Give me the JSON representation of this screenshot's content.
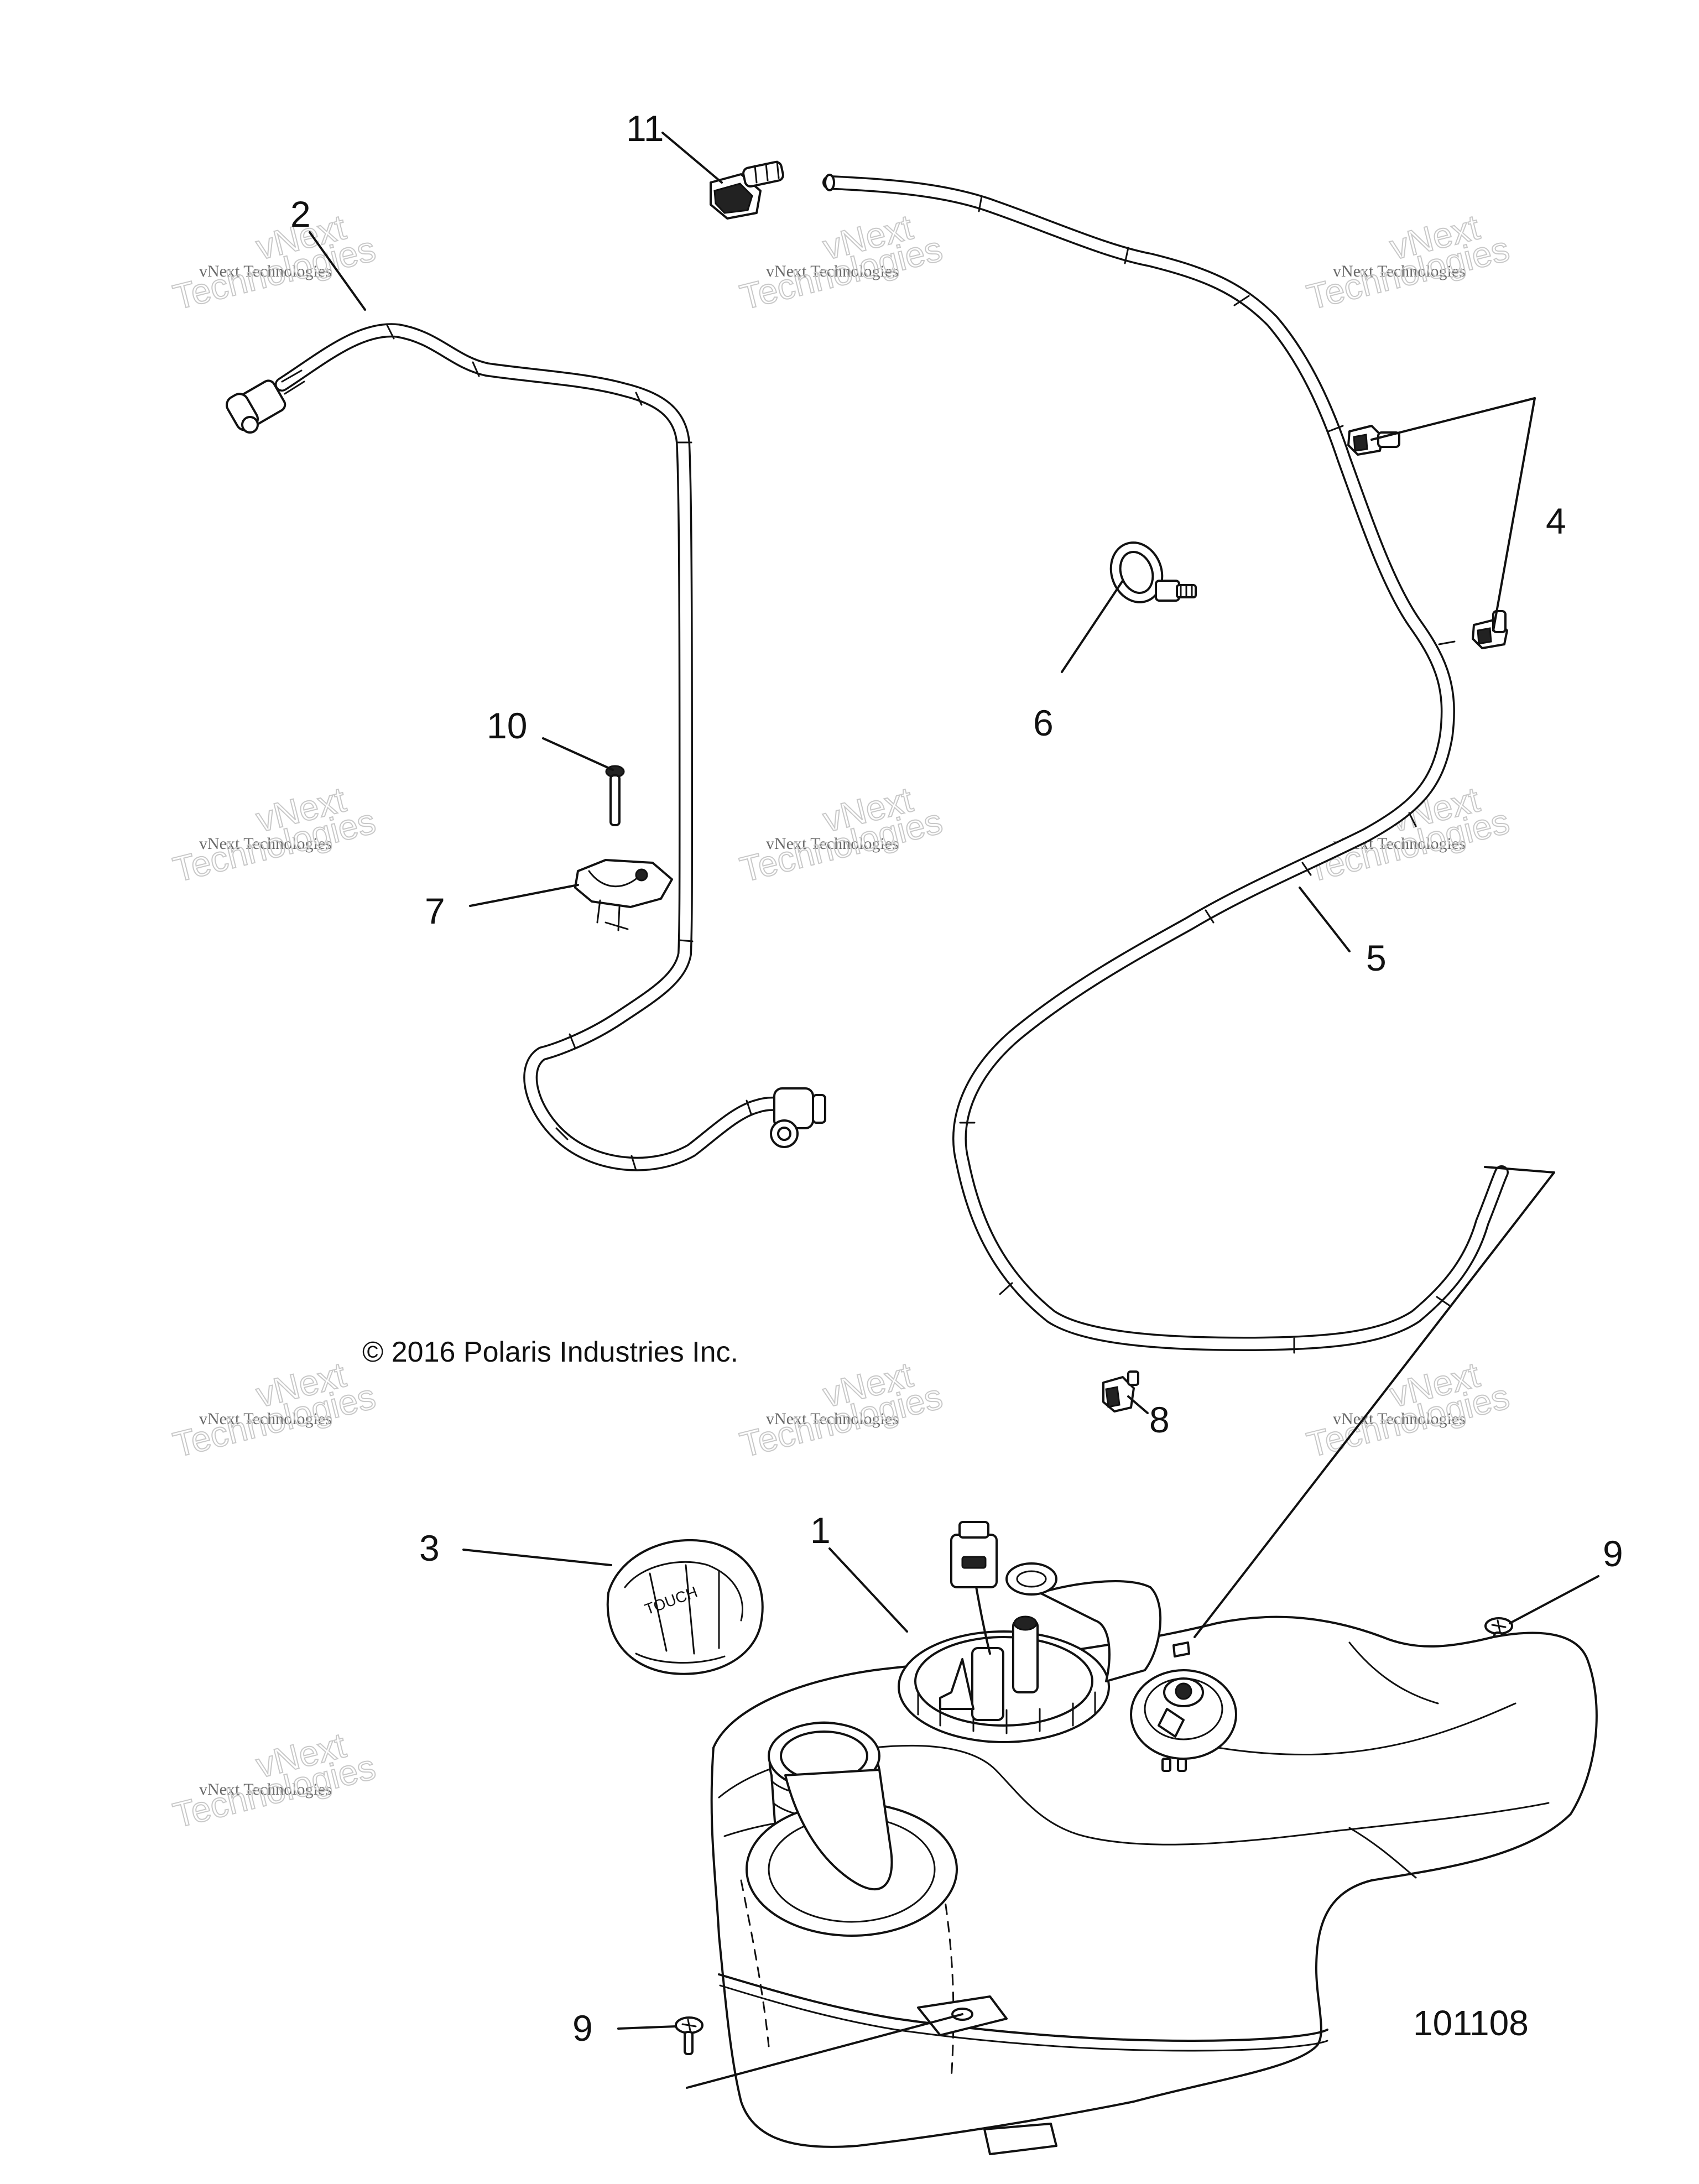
{
  "callouts": [
    {
      "id": "1",
      "text": "1"
    },
    {
      "id": "2",
      "text": "2"
    },
    {
      "id": "3",
      "text": "3"
    },
    {
      "id": "4",
      "text": "4"
    },
    {
      "id": "5",
      "text": "5"
    },
    {
      "id": "6",
      "text": "6"
    },
    {
      "id": "7",
      "text": "7"
    },
    {
      "id": "8",
      "text": "8"
    },
    {
      "id": "9a",
      "text": "9"
    },
    {
      "id": "9b",
      "text": "9"
    },
    {
      "id": "10",
      "text": "10"
    },
    {
      "id": "11",
      "text": "11"
    }
  ],
  "copyright": "© 2016 Polaris Industries Inc.",
  "figure_number": "101108",
  "watermark": {
    "line_small": "vNext Technologies",
    "brand_top": "vNext",
    "brand_bottom": "Technologies"
  }
}
